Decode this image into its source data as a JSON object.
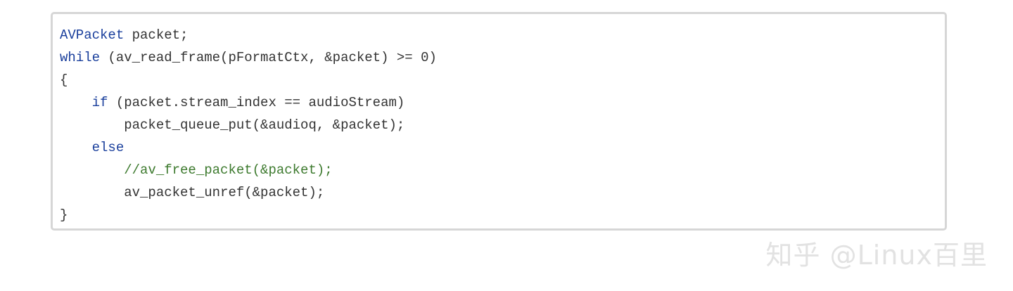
{
  "code": {
    "lines": [
      {
        "indent": "",
        "parts": [
          {
            "t": "kw",
            "text": "AVPacket"
          },
          {
            "t": "plain",
            "text": " packet;"
          }
        ]
      },
      {
        "indent": "",
        "parts": [
          {
            "t": "kw",
            "text": "while"
          },
          {
            "t": "plain",
            "text": " (av_read_frame(pFormatCtx, &packet) >= 0)"
          }
        ]
      },
      {
        "indent": "",
        "parts": [
          {
            "t": "plain",
            "text": "{"
          }
        ]
      },
      {
        "indent": "    ",
        "parts": [
          {
            "t": "kw",
            "text": "if"
          },
          {
            "t": "plain",
            "text": " (packet.stream_index == audioStream)"
          }
        ]
      },
      {
        "indent": "        ",
        "parts": [
          {
            "t": "plain",
            "text": "packet_queue_put(&audioq, &packet);"
          }
        ]
      },
      {
        "indent": "    ",
        "parts": [
          {
            "t": "kw",
            "text": "else"
          }
        ]
      },
      {
        "indent": "        ",
        "parts": [
          {
            "t": "comment",
            "text": "//av_free_packet(&packet);"
          }
        ]
      },
      {
        "indent": "        ",
        "parts": [
          {
            "t": "plain",
            "text": "av_packet_unref(&packet);"
          }
        ]
      },
      {
        "indent": "",
        "parts": [
          {
            "t": "plain",
            "text": "}"
          }
        ]
      }
    ]
  },
  "watermark": {
    "text": "知乎 @Linux百里"
  },
  "colors": {
    "keyword": "#1a3f9c",
    "comment": "#3d7a2e",
    "text": "#333333",
    "border": "#d6d6d6",
    "watermark": "#e2e2e2"
  }
}
